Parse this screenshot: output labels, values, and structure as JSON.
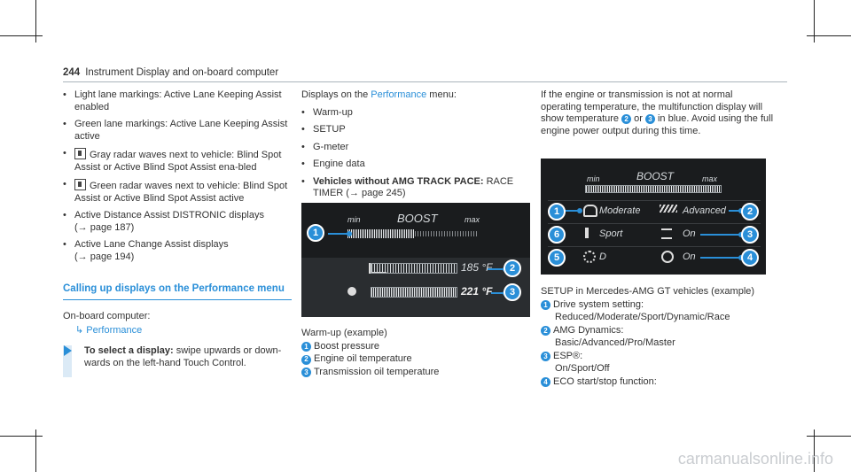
{
  "header": {
    "page_number": "244",
    "title": "Instrument Display and on-board computer"
  },
  "left_column": {
    "bullets": [
      "Light lane markings: Active Lane Keeping Assist enabled",
      "Green lane markings: Active Lane Keeping Assist active",
      "Gray radar waves next to vehicle: Blind Spot Assist or Active Blind Spot Assist ena-bled",
      "Green radar waves next to vehicle: Blind Spot Assist or Active Blind Spot Assist active",
      "Active Distance Assist DISTRONIC displays",
      "Active Lane Change Assist displays"
    ],
    "page_ref_187": "(→ page 187)",
    "page_ref_194": "(→ page 194)",
    "section_title": "Calling up displays on the Performance menu",
    "onboard_label": "On-board computer:",
    "performance_link": "Performance",
    "step_bold": "To select a display:",
    "step_text": " swipe upwards or down-wards on the left-hand Touch Control."
  },
  "middle_column": {
    "intro_prefix": "Displays on the ",
    "intro_link": "Performance",
    "intro_suffix": " menu:",
    "items": [
      "Warm-up",
      "SETUP",
      "G-meter",
      "Engine data"
    ],
    "last_bold": "Vehicles without AMG TRACK PACE:",
    "last_text": " RACE TIMER (→ page 245)",
    "panel": {
      "min": "min",
      "boost": "BOOST",
      "max": "max",
      "temp1": "185 °F",
      "temp2": "221 °F"
    },
    "caption_title": "Warm-up (example)",
    "captions": [
      {
        "num": "1",
        "text": "Boost pressure"
      },
      {
        "num": "2",
        "text": "Engine oil temperature"
      },
      {
        "num": "3",
        "text": "Transmission oil temperature"
      }
    ]
  },
  "right_column": {
    "intro": "If the engine or transmission is not at normal operating temperature, the multifunction display will show temperature",
    "intro_mid": "or",
    "intro_end": "in blue. Avoid using the full engine power output during this time.",
    "intro_ref2": "2",
    "intro_ref3": "3",
    "panel": {
      "min": "min",
      "boost": "BOOST",
      "max": "max",
      "moderate": "Moderate",
      "advanced": "Advanced",
      "sport": "Sport",
      "on1": "On",
      "d": "D",
      "on2": "On"
    },
    "caption_title": "SETUP in Mercedes-AMG GT vehicles (example)",
    "captions": [
      {
        "num": "1",
        "title": "Drive system setting:",
        "detail": "Reduced/Moderate/Sport/Dynamic/Race"
      },
      {
        "num": "2",
        "title": "AMG Dynamics:",
        "detail": "Basic/Advanced/Pro/Master"
      },
      {
        "num": "3",
        "title": "ESP®:",
        "detail": "On/Sport/Off"
      },
      {
        "num": "4",
        "title": "ECO start/stop function:",
        "detail": ""
      }
    ]
  },
  "watermark": "carmanualsonline.info"
}
